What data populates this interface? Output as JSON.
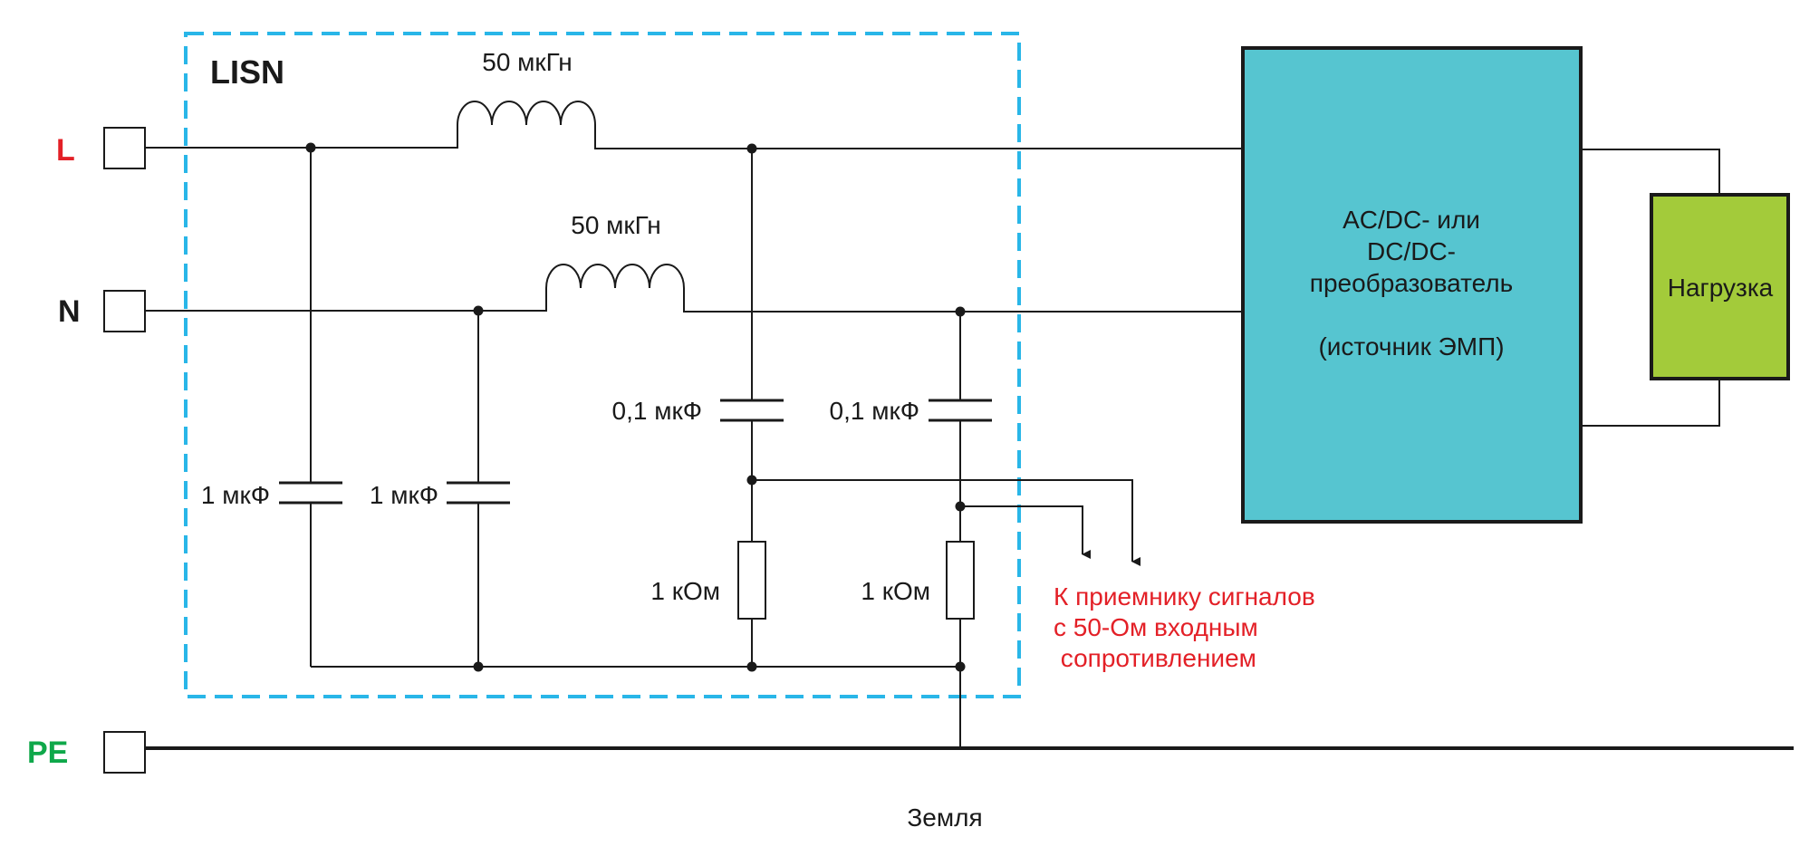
{
  "lisn_label": "LISN",
  "terminals": {
    "l": {
      "label": "L",
      "color": "#e32027"
    },
    "n": {
      "label": "N",
      "color": "#1a1a1a"
    },
    "pe": {
      "label": "PE",
      "color": "#0fa84a"
    }
  },
  "inductor_l": "50 мкГн",
  "inductor_n": "50 мкГн",
  "cap_1a": "1 мкФ",
  "cap_1b": "1 мкФ",
  "cap_01a": "0,1 мкФ",
  "cap_01b": "0,1 мкФ",
  "res_a": "1 кОм",
  "res_b": "1 кОм",
  "converter": {
    "lines": [
      "AC/DC- или",
      "DC/DC-",
      "преобразователь",
      "",
      "(источник ЭМП)"
    ],
    "color": "#56c5d0"
  },
  "load": {
    "label": "Нагрузка",
    "color": "#a3cb3a"
  },
  "receiver_note": {
    "lines": [
      "К приемнику сигналов",
      "с 50-Ом входным",
      " сопротивлением"
    ],
    "color": "#e32027"
  },
  "ground_label": "Земля",
  "lisn_border_color": "#29b6e8"
}
